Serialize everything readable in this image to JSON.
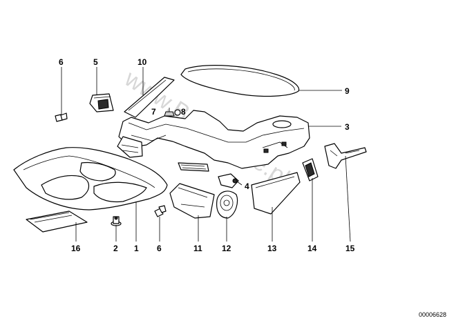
{
  "diagram": {
    "callouts": [
      "6",
      "5",
      "10",
      "9",
      "7",
      "8",
      "3",
      "4",
      "16",
      "2",
      "1",
      "6",
      "11",
      "12",
      "13",
      "14",
      "15"
    ],
    "watermark": "www.BMWstore.pl",
    "document_id": "00006628"
  },
  "colors": {
    "line": "#000000",
    "watermark": "#b8b8b8",
    "background": "#ffffff"
  }
}
